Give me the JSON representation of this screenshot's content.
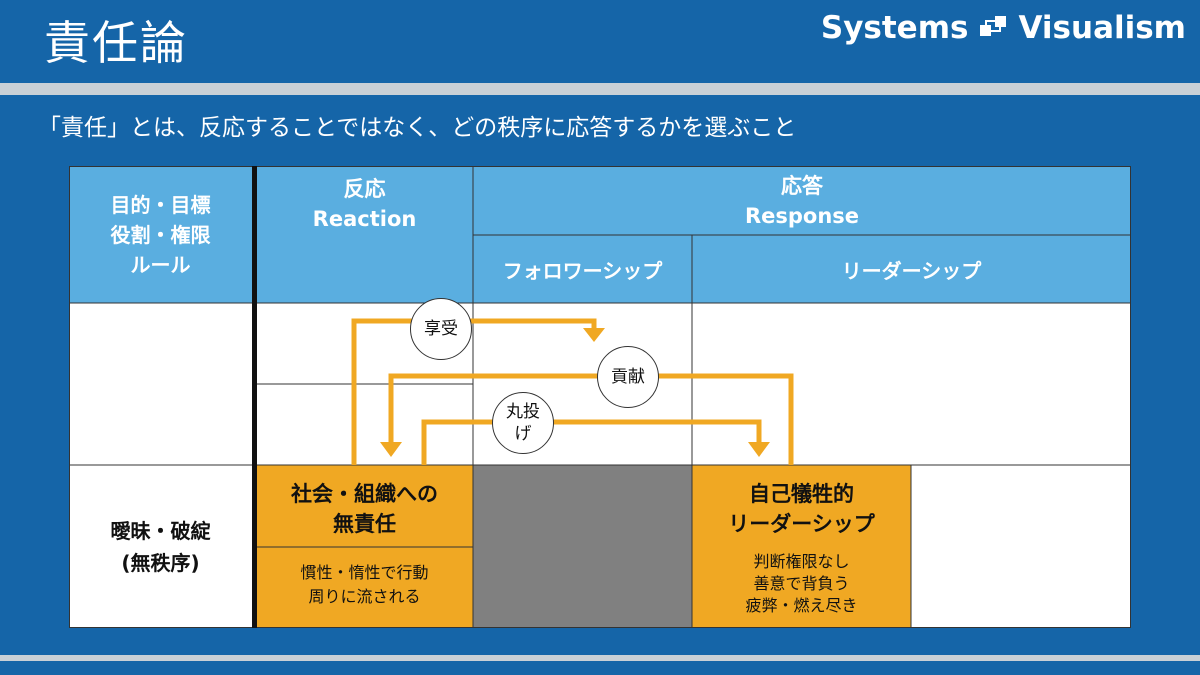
{
  "header": {
    "title": "責任論",
    "brand_left": "Systems",
    "brand_right": "Visualism"
  },
  "subtitle": "「責任」とは、反応することではなく、どの秩序に応答するかを選ぶこと",
  "table": {
    "row_header": "目的・目標\n役割・権限\nルール",
    "reaction_header": "反応\nReaction",
    "response_header": "応答\nResponse",
    "followership": "フォロワーシップ",
    "leadership": "リーダーシップ",
    "bottom_row_label": "曖昧・破綻\n(無秩序)",
    "irresponsibility_title": "社会・組織への\n無責任",
    "irresponsibility_desc": "慣性・惰性で行動\n周りに流される",
    "sacrifice_title": "自己犠牲的\nリーダーシップ",
    "sacrifice_desc": "判断権限なし\n善意で背負う\n疲弊・燃え尽き"
  },
  "arrows": {
    "enjoy": "享受",
    "contribute": "貢献",
    "dump": "丸投\nげ"
  },
  "colors": {
    "background": "#1565a8",
    "header_cell": "#5aaee0",
    "orange": "#f0a823",
    "gray": "#808080",
    "band": "#c9d0d6"
  }
}
